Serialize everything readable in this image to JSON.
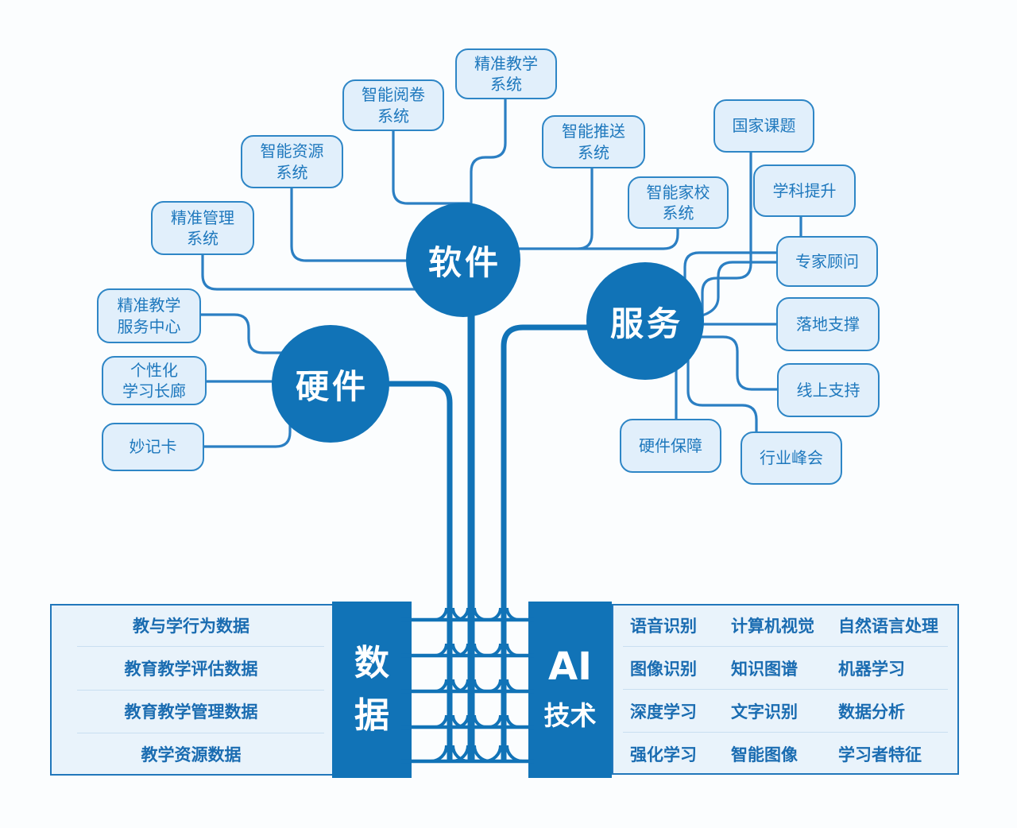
{
  "branches": {
    "software": {
      "label": "软件",
      "leaves": [
        "精准教学\n系统",
        "智能阅卷\n系统",
        "智能资源\n系统",
        "精准管理\n系统",
        "智能推送\n系统",
        "智能家校\n系统"
      ]
    },
    "service": {
      "label": "服务",
      "leaves": [
        "国家课题",
        "学科提升",
        "专家顾问",
        "落地支撑",
        "线上支持",
        "行业峰会",
        "硬件保障"
      ]
    },
    "hardware": {
      "label": "硬件",
      "leaves": [
        "精准教学\n服务中心",
        "个性化\n学习长廊",
        "妙记卡"
      ]
    }
  },
  "data_panel": {
    "title": "数据",
    "rows": [
      "教与学行为数据",
      "教育教学评估数据",
      "教育教学管理数据",
      "教学资源数据"
    ]
  },
  "ai_panel": {
    "title_line1": "AI",
    "title_line2": "技术",
    "grid": [
      [
        "语音识别",
        "计算机视觉",
        "自然语言处理"
      ],
      [
        "图像识别",
        "知识图谱",
        "机器学习"
      ],
      [
        "深度学习",
        "文字识别",
        "数据分析"
      ],
      [
        "强化学习",
        "智能图像",
        "学习者特征"
      ]
    ]
  },
  "colors": {
    "primary": "#1173b7",
    "connector": "#2b7fc3",
    "leaf_fill": "#e1effb",
    "leaf_border": "#2e86c6",
    "leaf_text": "#1e78bd",
    "row_text": "#1a6cb1",
    "background": "#fbfdfe"
  }
}
